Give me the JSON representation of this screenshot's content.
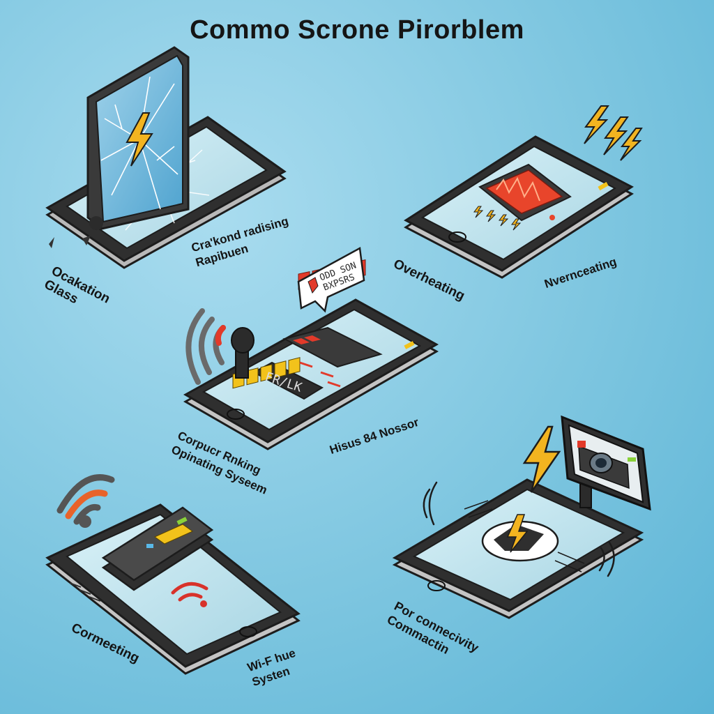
{
  "title": "Commo Scrone Pirorblem",
  "labels": {
    "cracked_glass": "Ocakation\nGlass",
    "cracked_extra": "Cra'kond radising\nRapibuen",
    "overheating": "Overheating",
    "overheating_extra": "Nvernceating",
    "battery_main": "Corpucr Rnking\nOpinating Syseem",
    "battery_extra": "Hisus 84 Nossor",
    "connecting": "Cormeeting",
    "wifi_extra": "Wi-F hue\nSysten",
    "connectivity": "Por connecivity\nCommactin"
  },
  "bubble": {
    "line1": "ODD SON",
    "line2": "BXPSRS"
  },
  "battery_label": "FR/LK",
  "icons": {
    "crack_bolt": "lightning-bolt-icon",
    "heat_bolts": "lightning-bolt-icon",
    "wifi": "wifi-icon",
    "camera": "camera-icon",
    "chat": "speech-bubble-icon"
  },
  "colors": {
    "bolt": "#f2b420",
    "heat": "#e8452b",
    "battery_red": "#e23a2a",
    "battery_yellow": "#f2c21b",
    "wifi_red": "#d8322a",
    "phone_body": "#3a3a3a",
    "screen": "#bfe4ee"
  }
}
